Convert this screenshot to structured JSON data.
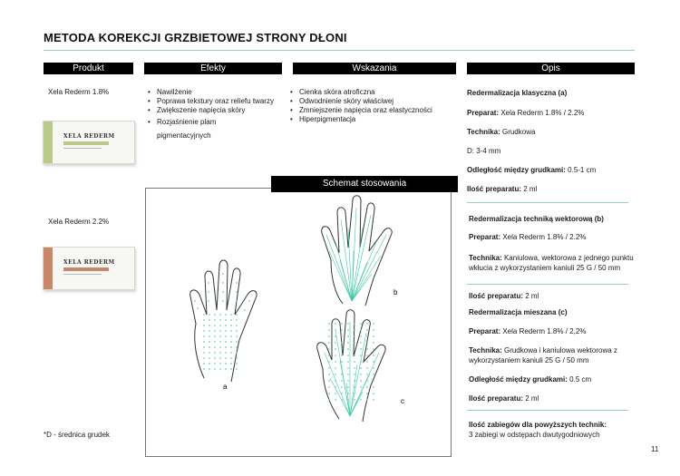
{
  "title": "METODA KOREKCJI GRZBIETOWEJ STRONY DŁONI",
  "headers": {
    "produkt": "Produkt",
    "efekty": "Efekty",
    "wskazania": "Wskazania",
    "opis": "Opis"
  },
  "products": [
    {
      "label": "Xela Rederm 1.8%",
      "box_name": "XELA REDERM",
      "accent": "#b9c98a"
    },
    {
      "label": "Xela Rederm 2.2%",
      "box_name": "XELA REDERM",
      "accent": "#c8876a"
    }
  ],
  "efekty": [
    "Nawilżenie",
    "Poprawa tekstury oraz reliefu twarzy",
    "Zwiększenie napięcia skóry",
    "Rozjaśnienie plam pigmentacyjnych"
  ],
  "wskazania": [
    "Cienka skóra atroficzna",
    "Odwodnienie skóry właściwej",
    "Zmniejszenie napięcia oraz elastyczności",
    "Hiperpigmentacja"
  ],
  "opis": {
    "a": {
      "title": "Redermalizacja klasyczna (a)",
      "preparat_label": "Preparat:",
      "preparat_value": " Xela Rederm 1.8% / 2.2%",
      "technika_label": "Technika:",
      "technika_value": " Grudkowa",
      "d_text": "D: 3-4 mm",
      "odl_label": "Odległość między grudkami:",
      "odl_value": " 0.5-1 cm",
      "ilosc_label": "Ilość preparatu:",
      "ilosc_value": " 2 ml"
    },
    "b": {
      "title": "Redermalizacja techniką wektorową (b)",
      "preparat_label": "Preparat:",
      "preparat_value": " Xela Rederm 1.8% / 2.2%",
      "technika_label": "Technika:",
      "technika_value": " Kaniulowa, wektorowa z jednego punktu wkłucia z wykorzystaniem kaniuli 25 G / 50 mm",
      "ilosc_label": "Ilość preparatu:",
      "ilosc_value": " 2 ml"
    },
    "c": {
      "title": "Redermalizacja mieszana (c)",
      "preparat_label": "Preparat:",
      "preparat_value": " Xela Rederm 1.8% / 2,2%",
      "technika_label": "Technika:",
      "technika_value": " Grudkowa i kaniulowa wektorowa z wykorzystaniem kaniuli 25 G / 50 mm",
      "odl_label": "Odległość między grudkami:",
      "odl_value": " 0.5 cm",
      "ilosc_label": "Ilość preparatu:",
      "ilosc_value": " 2 ml"
    },
    "zabiegi_label": "Ilość zabiegów dla powyższych technik:",
    "zabiegi_value": "3 zabiegi w odstępach dwutygodniowych"
  },
  "schemat": {
    "title": "Schemat stosowania",
    "label_a": "a",
    "label_b": "b",
    "label_c": "c"
  },
  "footnote": "*D - średnica grudek",
  "page_number": "11",
  "colors": {
    "accent": "#8fd3c5",
    "dots": "#6fcfb8",
    "vectors": "#3ec9a4"
  }
}
